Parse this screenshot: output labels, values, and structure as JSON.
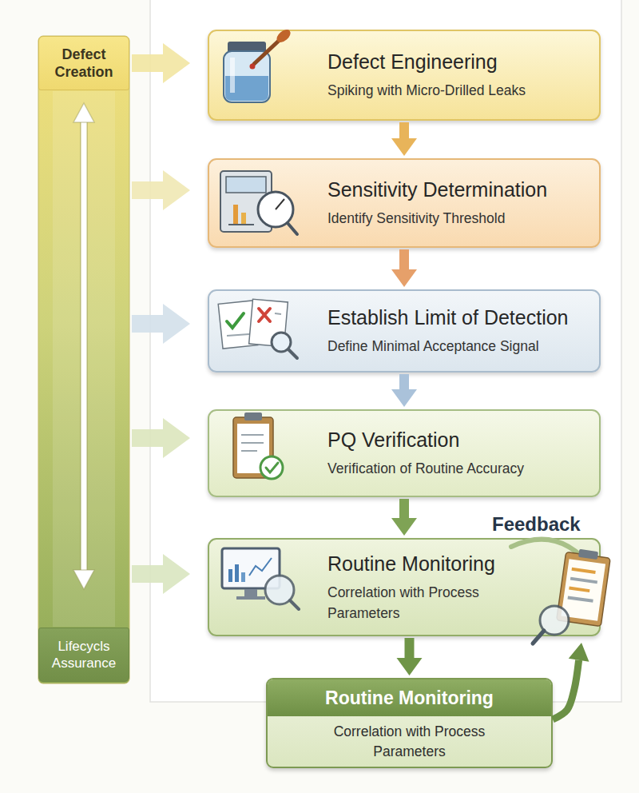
{
  "diagram": {
    "nodes": [
      {
        "text": [
          "Defect Creation"
        ]
      },
      {
        "text": [
          "Defect Engineering",
          "Spiking with Micro-Drilled Leaks"
        ]
      },
      {
        "text": [
          "Sensitivity Determination",
          "Identify Sensitivity Threshold"
        ]
      },
      {
        "text": [
          "Establish Limit of Detection",
          "Define Minimal Acceptance Signal"
        ]
      },
      {
        "text": [
          "PQ Verification",
          "Verification of Routine Accuracy"
        ]
      },
      {
        "text": [
          "Routine Monitoring",
          "Correlation with Process Parameters"
        ]
      },
      {
        "text": [
          "Routine Monitoring",
          "Correlation with Process Parameters"
        ]
      },
      {
        "text": [
          "Lifecycls Assurance"
        ]
      }
    ],
    "edges": [
      {
        "from": 0,
        "to": 7,
        "arrow": "both"
      },
      {
        "from": 0,
        "to": 1,
        "arrow": "to"
      },
      {
        "from": 1,
        "to": 2,
        "arrow": "to"
      },
      {
        "from": 2,
        "to": 3,
        "arrow": "to"
      },
      {
        "from": 3,
        "to": 4,
        "arrow": "to"
      },
      {
        "from": 4,
        "to": 5,
        "arrow": "to"
      },
      {
        "from": 5,
        "to": 6,
        "arrow": "to"
      },
      {
        "from": 6,
        "to": 5,
        "label": "Feedback",
        "arrow": "to"
      }
    ]
  }
}
